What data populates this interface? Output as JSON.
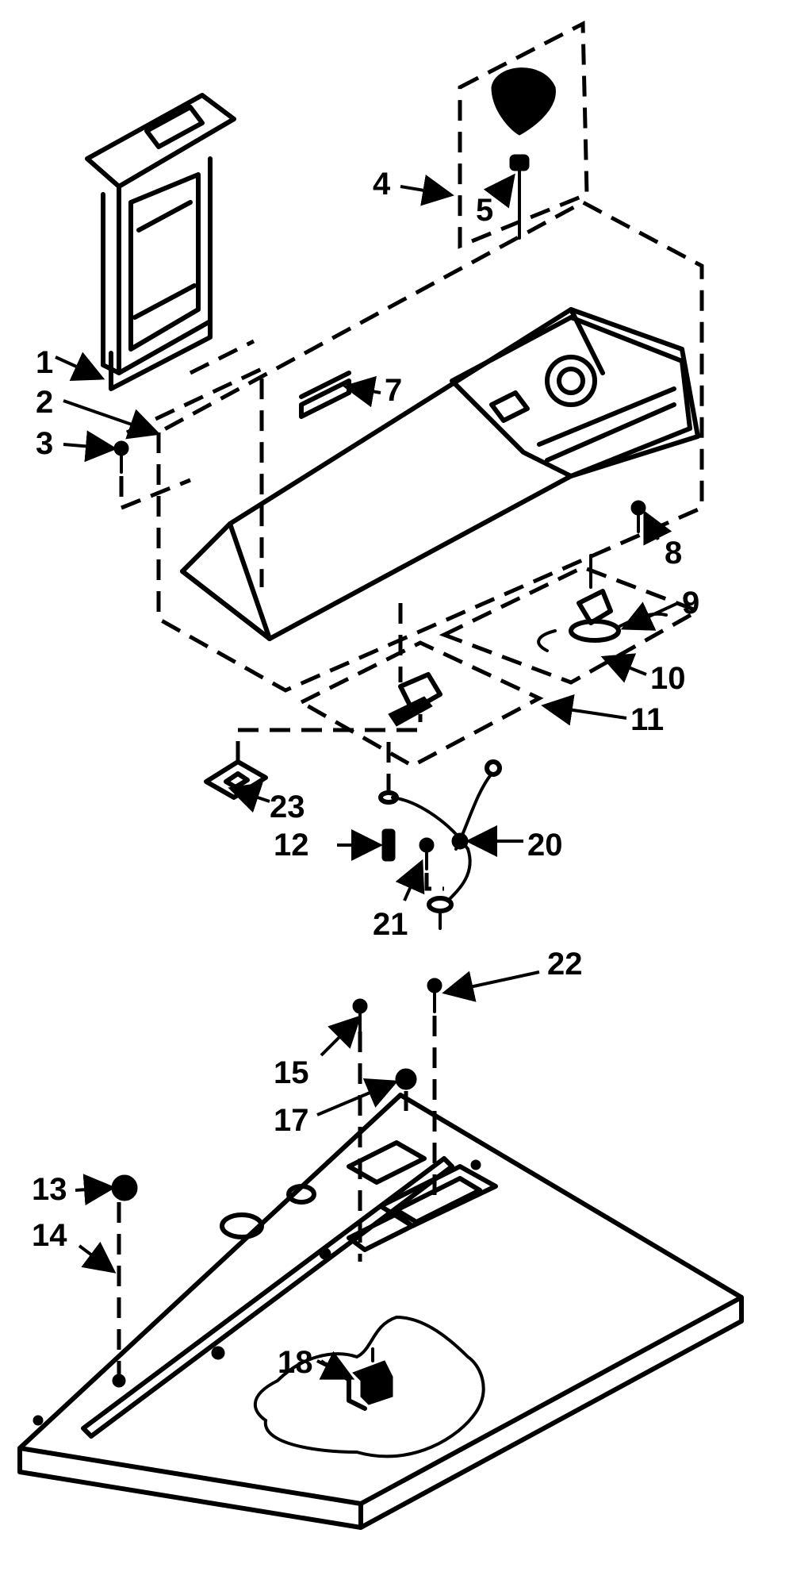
{
  "colors": {
    "ink": "#000000",
    "paper": "#ffffff"
  },
  "callouts": {
    "c1": "1",
    "c2": "2",
    "c3": "3",
    "c4": "4",
    "c5": "5",
    "c7": "7",
    "c8": "8",
    "c9": "9",
    "c10": "10",
    "c11": "11",
    "c12": "12",
    "c13": "13",
    "c14": "14",
    "c15": "15",
    "c17": "17",
    "c18": "18",
    "c20": "20",
    "c21": "21",
    "c22": "22",
    "c23": "23"
  }
}
